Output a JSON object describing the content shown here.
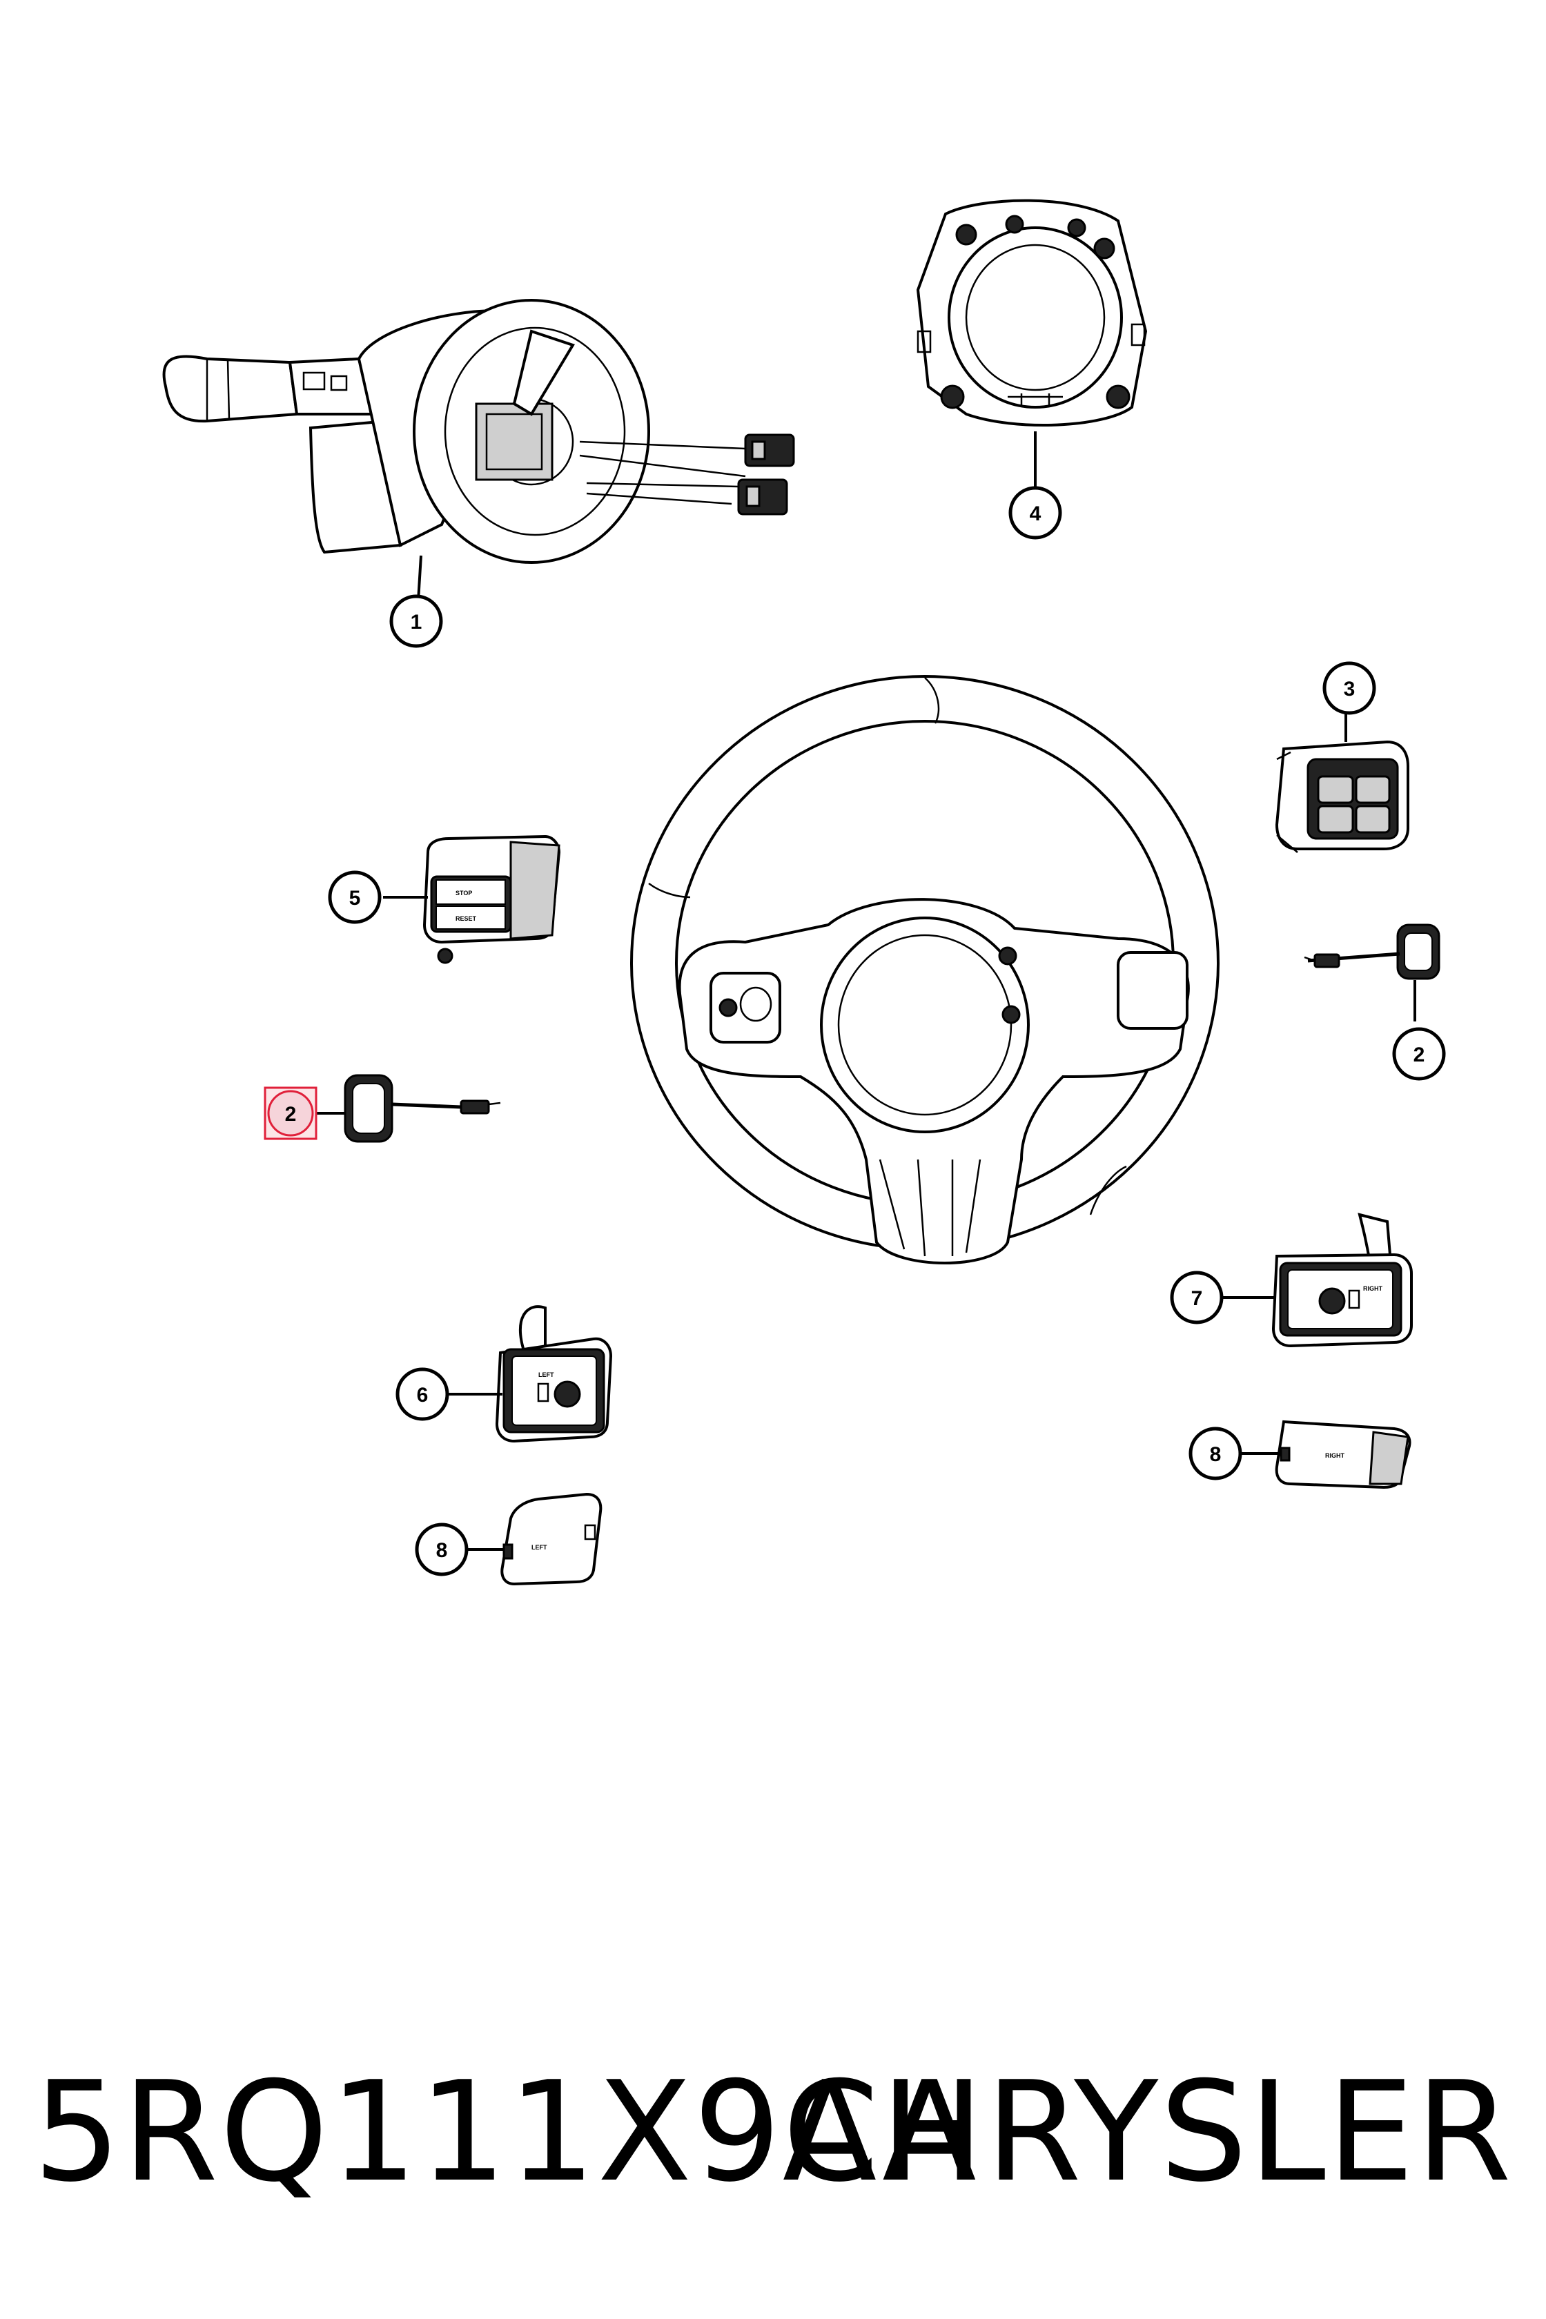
{
  "callouts": {
    "c1": "1",
    "c2_right": "2",
    "c2_left": "2",
    "c3": "3",
    "c4": "4",
    "c5": "5",
    "c6": "6",
    "c7": "7",
    "c8_right": "8",
    "c8_left": "8"
  },
  "switch_labels": {
    "stop": "STOP",
    "reset": "RESET",
    "left": "LEFT",
    "right": "RIGHT"
  },
  "footer": {
    "part_number": "5RQ111X9AA",
    "brand": "CHRYSLER"
  },
  "colors": {
    "line": "#000000",
    "background": "#ffffff",
    "highlight": "#e0203a"
  }
}
